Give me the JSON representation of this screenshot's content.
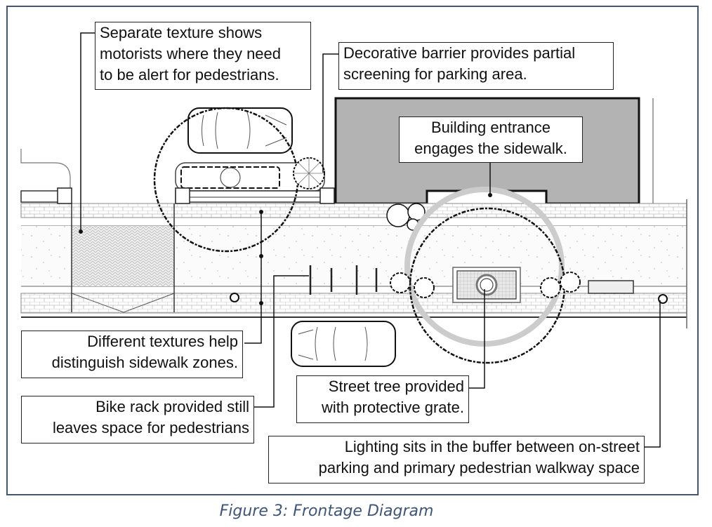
{
  "figure": {
    "caption": "Figure 3: Frontage Diagram",
    "frame_color": "#46566e",
    "caption_color": "#3f5577",
    "building_color": "#b3b3b3"
  },
  "callouts": {
    "separate_texture": {
      "line1": "Separate texture shows",
      "line2": "motorists where they need",
      "line3": "to be alert for pedestrians."
    },
    "decorative_barrier": {
      "line1": "Decorative barrier provides partial",
      "line2": "screening for parking area."
    },
    "building_entrance": {
      "line1": "Building entrance",
      "line2": "engages the sidewalk."
    },
    "different_textures": {
      "line1": "Different textures help",
      "line2": "distinguish sidewalk zones."
    },
    "bike_rack": {
      "line1": "Bike rack provided still",
      "line2": "leaves space for pedestrians"
    },
    "street_tree": {
      "line1": "Street tree provided",
      "line2": "with protective grate."
    },
    "lighting": {
      "line1": "Lighting sits in the buffer between on-street",
      "line2": "parking and primary pedestrian walkway space"
    }
  }
}
